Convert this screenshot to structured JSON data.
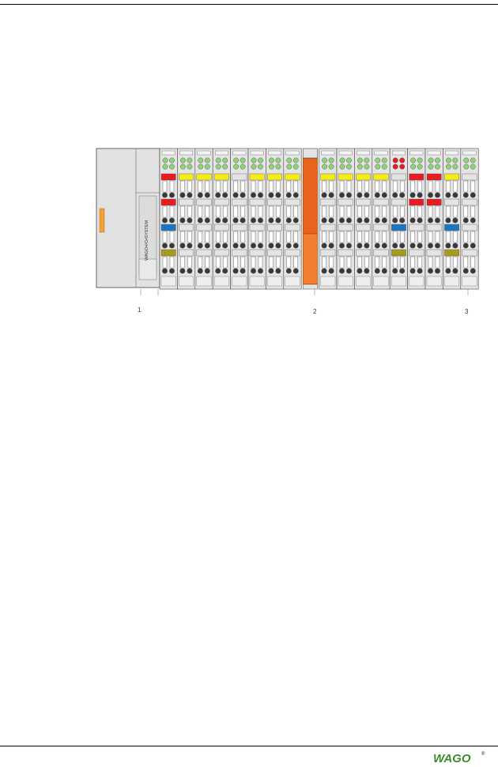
{
  "figure": {
    "controller_brand_text": "WAGO•I/O•SYSTEM",
    "callouts": [
      "1",
      "2",
      "3"
    ]
  },
  "footer": {
    "logo_text": "WAGO",
    "logo_mark": "®"
  },
  "colors": {
    "module_gray": "#e4e4e4",
    "outline": "#444444",
    "yellow": "#f3ec1a",
    "red": "#e51c24",
    "blue": "#1f74c2",
    "olive": "#a89a1b",
    "orange": "#e8641c",
    "orange_light": "#f27f2e",
    "led_green": "#8fd27a",
    "contact_dark": "#3a3a3a",
    "logo_green": "#3c8c2a"
  }
}
